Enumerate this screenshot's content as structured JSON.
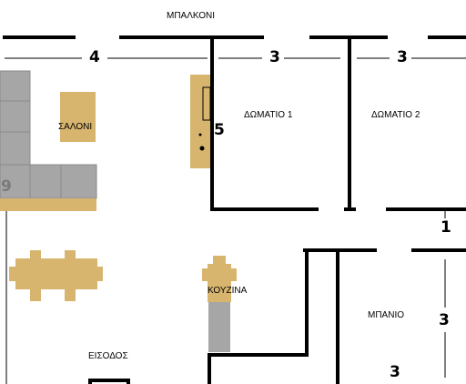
{
  "rooms": {
    "balcony": "ΜΠΑΛΚΟΝΙ",
    "living": "ΣΑΛΟΝΙ",
    "bedroom1": "ΔΩΜΑΤΙΟ 1",
    "bedroom2": "ΔΩΜΑΤΙΟ 2",
    "kitchen": "ΚΟΥΖΙΝΑ",
    "bathroom": "ΜΠΑΝΙΟ",
    "entrance": "ΕΙΣΟΔΟΣ"
  },
  "dimensions": {
    "balcony_left": "4",
    "balcony_mid": "3",
    "balcony_right": "3",
    "wardrobe": "5",
    "sofa": "9",
    "corridor": "1",
    "bath_height": "3",
    "bath_width": "3"
  },
  "colors": {
    "wall": "#000000",
    "furniture_wood": "#d8b56f",
    "sofa": "#a6a6a6",
    "background": "#ffffff"
  }
}
